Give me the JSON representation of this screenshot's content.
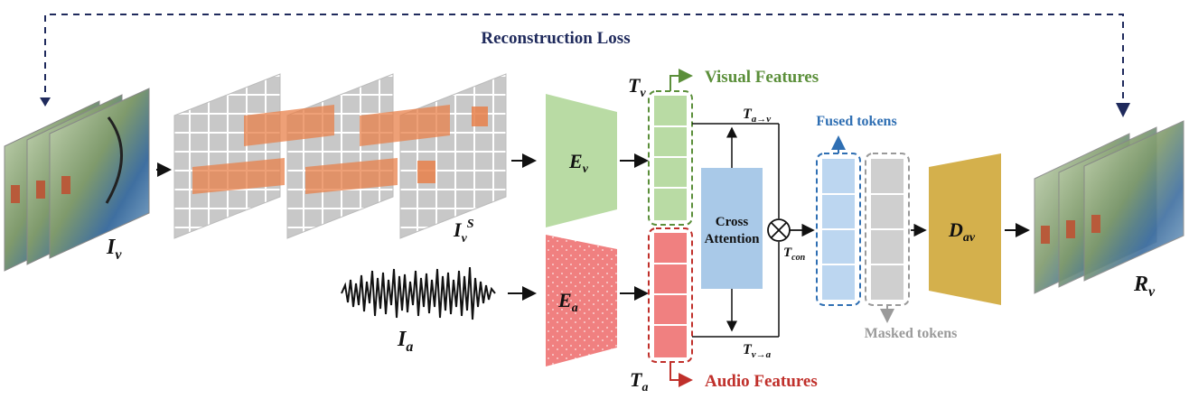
{
  "labels": {
    "reconstruction_loss": "Reconstruction Loss",
    "input_video": "I",
    "input_video_sub": "v",
    "masked_video": "I",
    "masked_video_sub": "v",
    "masked_video_sup": "S",
    "input_audio": "I",
    "input_audio_sub": "a",
    "visual_encoder": "E",
    "visual_encoder_sub": "v",
    "audio_encoder": "E",
    "audio_encoder_sub": "a",
    "visual_tokens": "T",
    "visual_tokens_sub": "v",
    "audio_tokens": "T",
    "audio_tokens_sub": "a",
    "visual_features": "Visual Features",
    "audio_features": "Audio Features",
    "cross_attention_line1": "Cross",
    "cross_attention_line2": "Attention",
    "t_a_to_v": "T",
    "t_a_to_v_sub": "a→v",
    "t_v_to_a": "T",
    "t_v_to_a_sub": "v→a",
    "t_con": "T",
    "t_con_sub": "con",
    "fused_tokens": "Fused tokens",
    "masked_tokens": "Masked tokens",
    "decoder": "D",
    "decoder_sub": "av",
    "reconstruction": "R",
    "reconstruction_sub": "v"
  },
  "colors": {
    "loss_navy": "#1f2a5c",
    "visual_green": "#5b8f3a",
    "visual_fill": "#b9dba4",
    "audio_red": "#c0302b",
    "audio_fill": "#f08080",
    "cross_attn_fill": "#a9c9e8",
    "fused_blue": "#2f6fb3",
    "fused_fill": "#bcd6f0",
    "masked_gray": "#9a9a9a",
    "masked_fill": "#cfcfcf",
    "decoder_fill": "#d4b04c",
    "patch_orange": "#e8804a"
  }
}
